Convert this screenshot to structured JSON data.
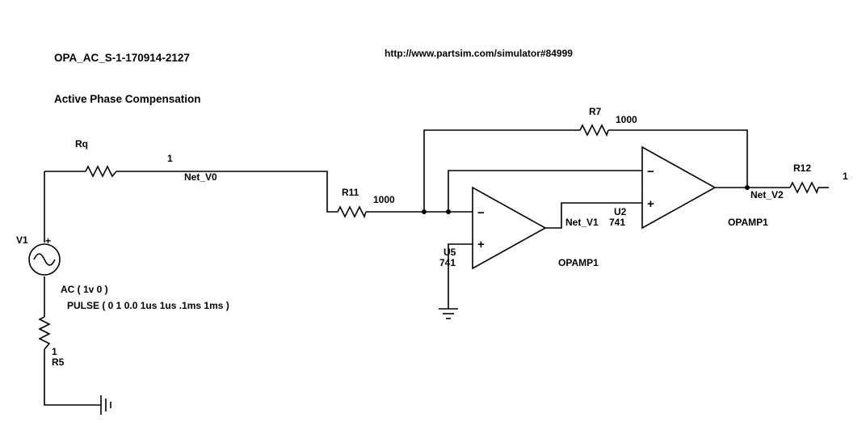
{
  "header": {
    "title": "OPA_AC_S-1-170914-2127",
    "url": "http://www.partsim.com/simulator#84999",
    "subtitle": "Active Phase Compensation"
  },
  "components": {
    "source": {
      "name": "V1",
      "plus": "+",
      "ac": "AC ( 1v 0 )",
      "pulse": "PULSE ( 0 1 0.0 1us 1us .1ms 1ms )"
    },
    "rq": {
      "name": "Rq",
      "value": "1"
    },
    "r5": {
      "name": "R5",
      "value": "1"
    },
    "r11": {
      "name": "R11",
      "value": "1000"
    },
    "r7": {
      "name": "R7",
      "value": "1000"
    },
    "r12": {
      "name": "R12",
      "value": "1"
    },
    "u5": {
      "name": "U5",
      "part": "741",
      "model": "OPAMP1",
      "minus": "−",
      "plus": "+"
    },
    "u2": {
      "name": "U2",
      "part": "741",
      "model": "OPAMP1",
      "minus": "−",
      "plus": "+"
    }
  },
  "nets": {
    "v0": "Net_V0",
    "v1": "Net_V1",
    "v2": "Net_V2"
  }
}
